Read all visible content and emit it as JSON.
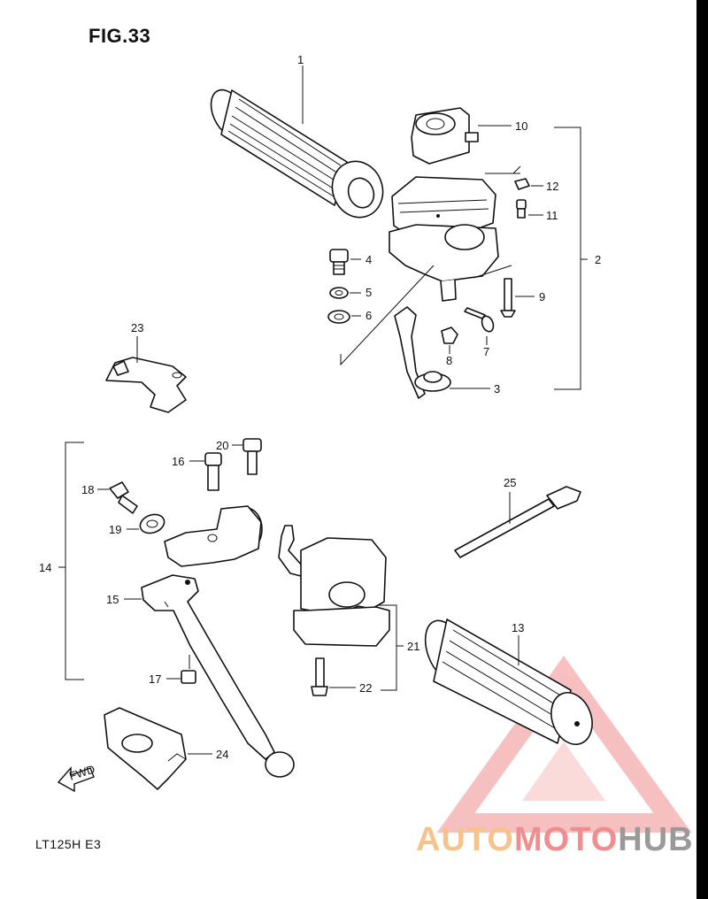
{
  "figure": {
    "title": "FIG.33",
    "model": "LT125H E3"
  },
  "watermark": {
    "part1": "AUTO",
    "part2": "MOTO",
    "part3": "HUB",
    "color1": "#f6c38a",
    "color2": "#f28d8d",
    "color3": "#9a9a9a"
  },
  "callouts": {
    "c1": "1",
    "c2": "2",
    "c3": "3",
    "c4": "4",
    "c5": "5",
    "c6": "6",
    "c7": "7",
    "c8": "8",
    "c9": "9",
    "c10": "10",
    "c11": "11",
    "c12": "12",
    "c13": "13",
    "c14": "14",
    "c15": "15",
    "c16": "16",
    "c17": "17",
    "c18": "18",
    "c19": "19",
    "c20": "20",
    "c21": "21",
    "c22": "22",
    "c23": "23",
    "c24": "24",
    "c25": "25"
  },
  "fwd_label": "FWD"
}
